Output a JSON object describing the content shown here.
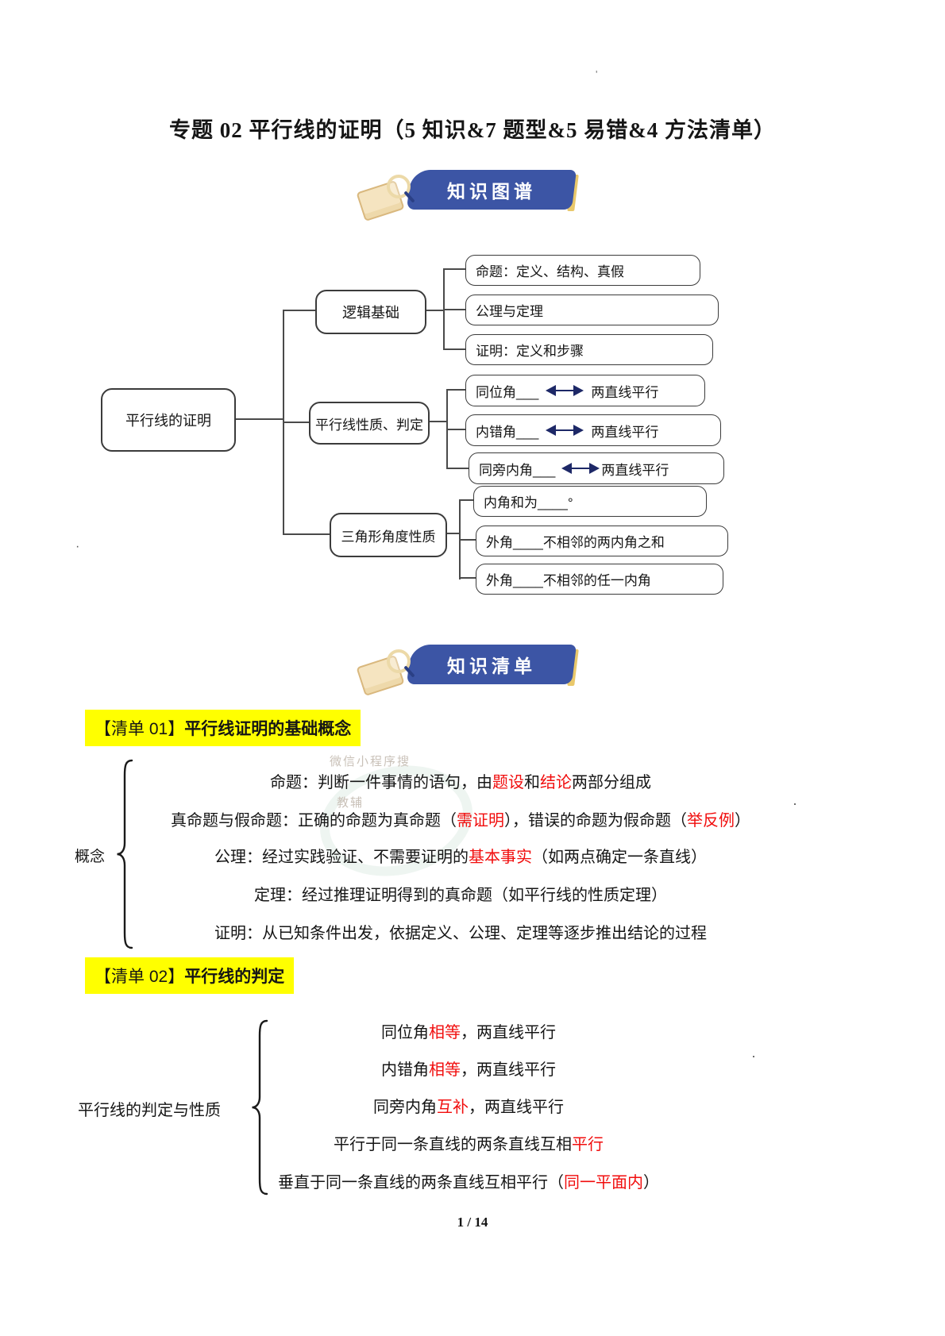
{
  "page": {
    "title": "专题 02 平行线的证明（5 知识&7 题型&5 易错&4 方法清单）",
    "page_number": "1 / 14"
  },
  "banners": {
    "knowledge_map": "知识图谱",
    "knowledge_list": "知识清单"
  },
  "colors": {
    "banner_blue": "#3c55a5",
    "banner_gold": "#e9c86b",
    "icon_beige": "#f5e4c0",
    "arrow_navy": "#1d2867",
    "accent_red": "#f10d0d",
    "highlight_yellow": "#ffff00"
  },
  "mindmap": {
    "root": "平行线的证明",
    "branches": [
      {
        "label": "逻辑基础",
        "leaves": [
          "命题：定义、结构、真假",
          "公理与定理",
          "证明：定义和步骤"
        ]
      },
      {
        "label": "平行线性质、判定",
        "leaves": [
          {
            "pre": "同位角___",
            "post": "两直线平行"
          },
          {
            "pre": "内错角___",
            "post": "两直线平行"
          },
          {
            "pre": "同旁内角___",
            "post": "两直线平行"
          }
        ]
      },
      {
        "label": "三角形角度性质",
        "leaves": [
          "内角和为____°",
          "外角____不相邻的两内角之和",
          "外角____不相邻的任一内角"
        ]
      }
    ]
  },
  "list01": {
    "tag": "【清单 01】",
    "title": "平行线证明的基础概念",
    "brace_label": "概念",
    "lines": [
      {
        "parts": [
          "命题：判断一件事情的语句，由",
          "题设",
          "和",
          "结论",
          "两部分组成"
        ]
      },
      {
        "parts": [
          "真命题与假命题：正确的命题为真命题（",
          "需证明",
          "），错误的命题为假命题（",
          "举反例",
          "）"
        ]
      },
      {
        "parts": [
          "公理：经过实践验证、不需要证明的",
          "基本事实",
          "（如两点确定一条直线）"
        ]
      },
      {
        "parts": [
          "定理：经过推理证明得到的真命题（如平行线的性质定理）"
        ]
      },
      {
        "parts": [
          "证明：从已知条件出发，依据定义、公理、定理等逐步推出结论的过程"
        ]
      }
    ]
  },
  "list02": {
    "tag": "【清单 02】",
    "title": "平行线的判定",
    "brace_label": "平行线的判定与性质",
    "lines": [
      {
        "parts": [
          "同位角",
          "相等",
          "，两直线平行"
        ]
      },
      {
        "parts": [
          "内错角",
          "相等",
          "，两直线平行"
        ]
      },
      {
        "parts": [
          "同旁内角",
          "互补",
          "，两直线平行"
        ]
      },
      {
        "parts": [
          "平行于同一条直线的两条直线互相",
          "平行"
        ]
      },
      {
        "parts": [
          "垂直于同一条直线的两条直线互相平行（",
          "同一平面内",
          "）"
        ]
      }
    ]
  },
  "watermark": {
    "text1": "微信小程序搜",
    "text2": "教辅"
  },
  "artifacts": {
    "apostrophe": "'",
    "dot": "·"
  }
}
